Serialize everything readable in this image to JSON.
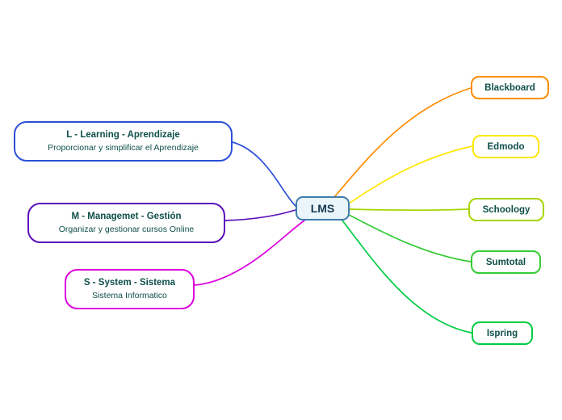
{
  "center": {
    "label": "LMS",
    "border_color": "#3f7cab",
    "fill_color": "#e9f4fb"
  },
  "left_nodes": [
    {
      "id": "learning",
      "title": "L - Learning - Aprendizaje",
      "subtitle": "Proporcionar y simplificar el Aprendizaje",
      "color": "#2b4fd7"
    },
    {
      "id": "management",
      "title": "M - Managemet - Gestión",
      "subtitle": "Organizar y gestionar cursos Online",
      "color": "#5b0ebc"
    },
    {
      "id": "system",
      "title": "S - System - Sistema",
      "subtitle": "Sistema Informatico",
      "color": "#dd00dd"
    }
  ],
  "right_nodes": [
    {
      "id": "blackboard",
      "label": "Blackboard",
      "color": "#ff8c00"
    },
    {
      "id": "edmodo",
      "label": "Edmodo",
      "color": "#ffe600"
    },
    {
      "id": "schoology",
      "label": "Schoology",
      "color": "#a8d400"
    },
    {
      "id": "sumtotal",
      "label": "Sumtotal",
      "color": "#33cc33"
    },
    {
      "id": "ispring",
      "label": "Ispring",
      "color": "#00cc44"
    }
  ]
}
